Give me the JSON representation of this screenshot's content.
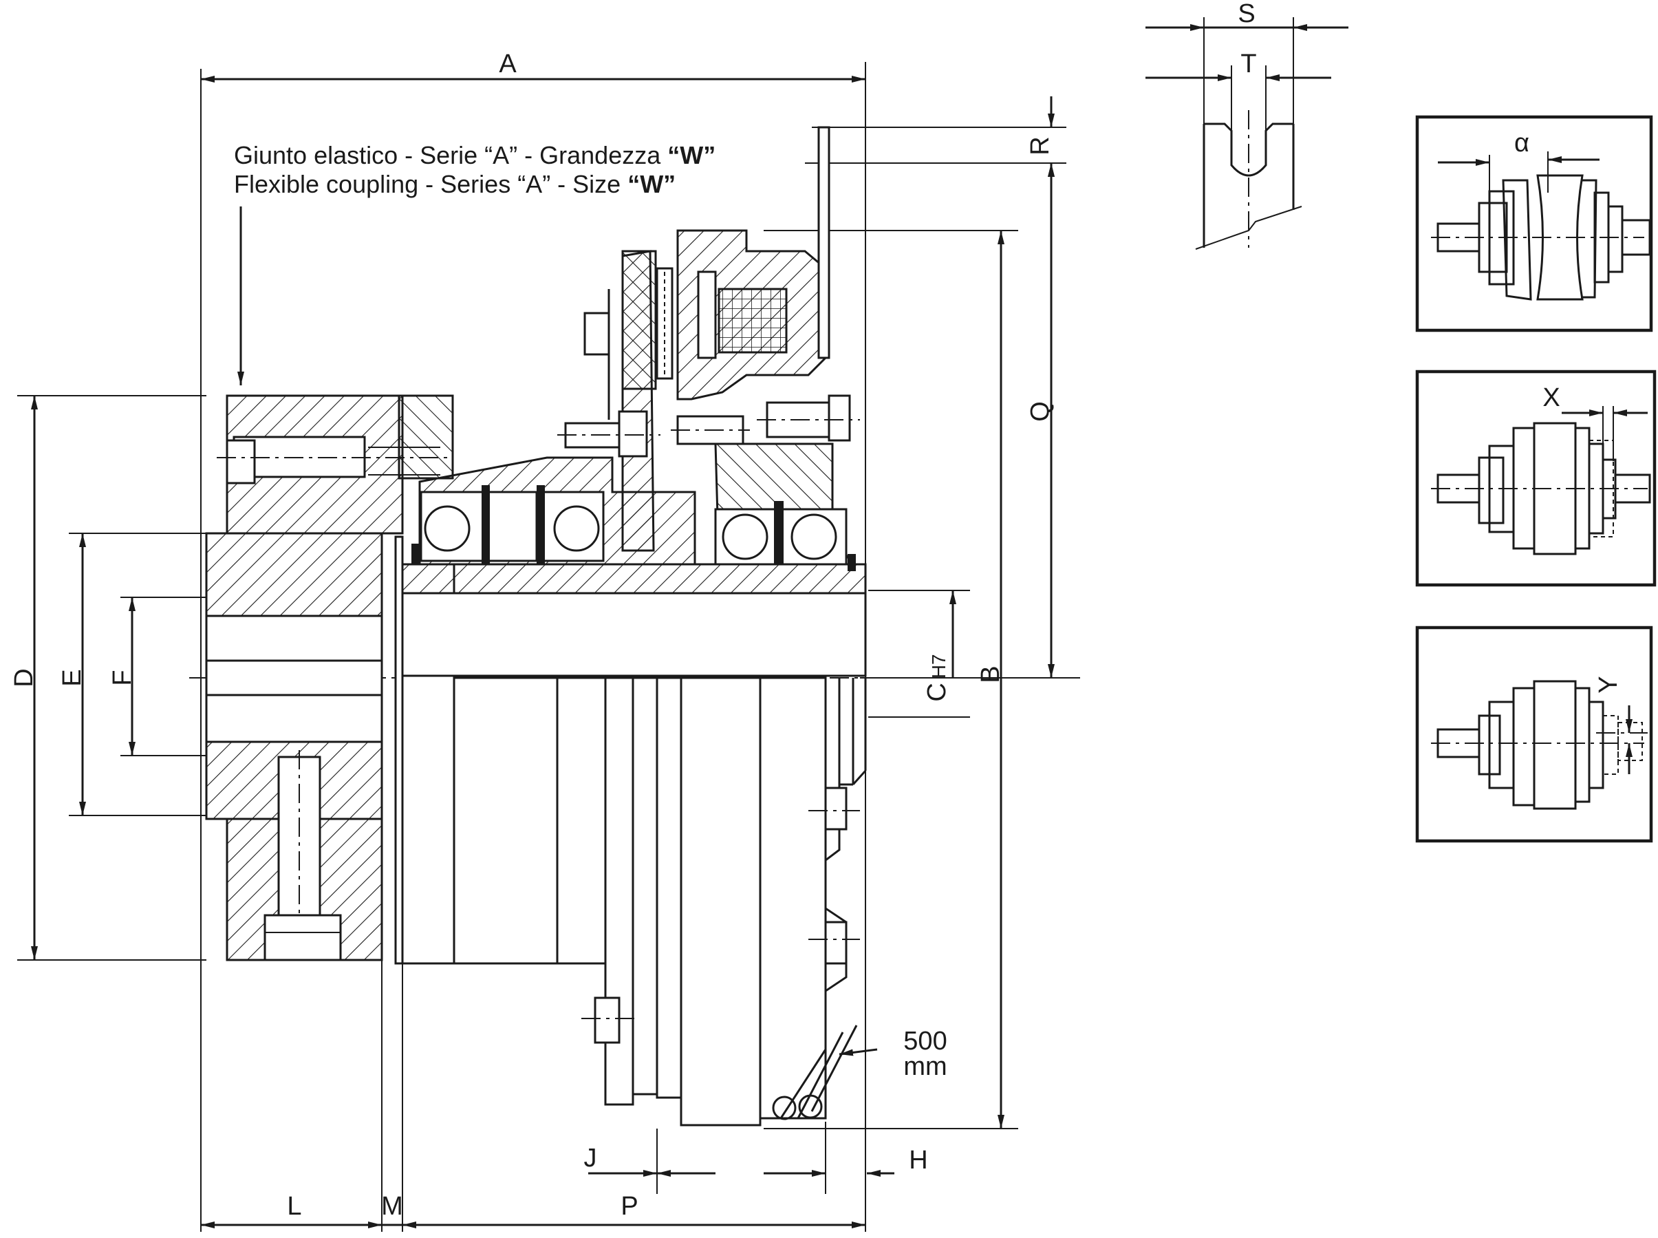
{
  "coupling_label": {
    "italian_prefix": "Giunto elastico - Serie “A” - Grandezza ",
    "italian_size": "“W”",
    "english_prefix": "Flexible coupling - Series “A” - Size ",
    "english_size": "“W”"
  },
  "dimensions": {
    "A": "A",
    "B": "B",
    "C": "C",
    "C_fit": "H7",
    "D": "D",
    "E": "E",
    "F": "F",
    "H": "H",
    "J": "J",
    "L": "L",
    "M": "M",
    "P": "P",
    "Q": "Q",
    "R": "R",
    "S": "S",
    "T": "T"
  },
  "cable": {
    "length": "500",
    "unit": "mm"
  },
  "misalignment": {
    "angular": "α",
    "axial": "X",
    "radial": "Y"
  }
}
